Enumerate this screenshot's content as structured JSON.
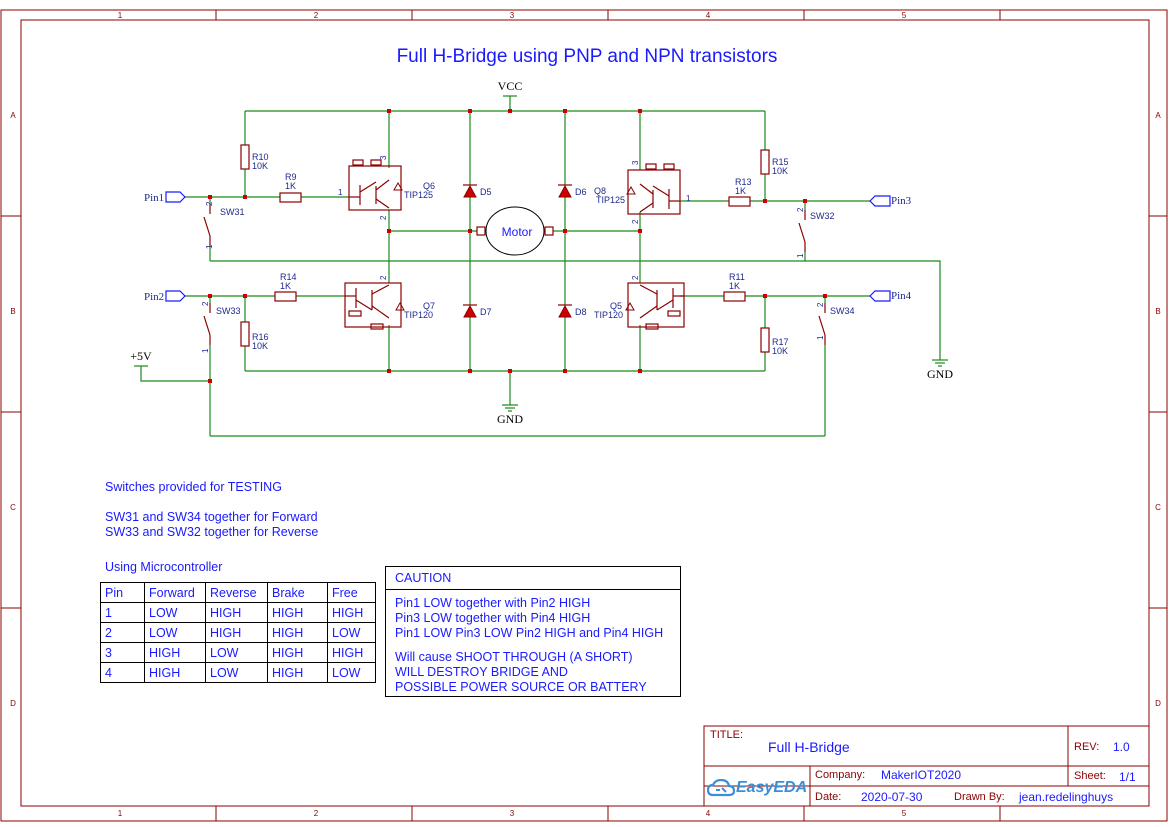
{
  "title": "Full H-Bridge using PNP and NPN transistors",
  "colors": {
    "wire": "#1a8a1a",
    "component": "#8b0000",
    "text": "#1a1aff",
    "junction": "#cc0000"
  },
  "frame": {
    "col_labels": [
      "1",
      "2",
      "3",
      "4",
      "5"
    ],
    "row_labels": [
      "A",
      "B",
      "C",
      "D"
    ]
  },
  "power": {
    "vcc": "VCC",
    "gnd": "GND",
    "plus5v": "+5V"
  },
  "ports": {
    "pin1": "Pin1",
    "pin2": "Pin2",
    "pin3": "Pin3",
    "pin4": "Pin4"
  },
  "components": {
    "r10": {
      "ref": "R10",
      "val": "10K"
    },
    "r9": {
      "ref": "R9",
      "val": "1K"
    },
    "r14": {
      "ref": "R14",
      "val": "1K"
    },
    "r16": {
      "ref": "R16",
      "val": "10K"
    },
    "r15": {
      "ref": "R15",
      "val": "10K"
    },
    "r13": {
      "ref": "R13",
      "val": "1K"
    },
    "r11": {
      "ref": "R11",
      "val": "1K"
    },
    "r17": {
      "ref": "R17",
      "val": "10K"
    },
    "q6": {
      "ref": "Q6",
      "val": "TIP125"
    },
    "q7": {
      "ref": "Q7",
      "val": "TIP120"
    },
    "q8": {
      "ref": "Q8",
      "val": "TIP125"
    },
    "q5": {
      "ref": "Q5",
      "val": "TIP120"
    },
    "d5": "D5",
    "d6": "D6",
    "d7": "D7",
    "d8": "D8",
    "sw31": "SW31",
    "sw32": "SW32",
    "sw33": "SW33",
    "sw34": "SW34",
    "motor": "Motor",
    "pin_nums": {
      "one": "1",
      "two": "2",
      "three": "3"
    }
  },
  "notes": {
    "testing": "Switches provided for TESTING",
    "forward": "SW31 and SW34 together for Forward",
    "reverse": "SW33 and SW32 together for Reverse",
    "micro": "Using Microcontroller"
  },
  "pin_table": {
    "headers": [
      "Pin",
      "Forward",
      "Reverse",
      "Brake",
      "Free"
    ],
    "rows": [
      [
        "1",
        "LOW",
        "HIGH",
        "HIGH",
        "HIGH"
      ],
      [
        "2",
        "LOW",
        "HIGH",
        "HIGH",
        "LOW"
      ],
      [
        "3",
        "HIGH",
        "LOW",
        "HIGH",
        "HIGH"
      ],
      [
        "4",
        "HIGH",
        "LOW",
        "HIGH",
        "LOW"
      ]
    ]
  },
  "caution": {
    "title": "CAUTION",
    "lines": [
      "Pin1 LOW together with Pin2 HIGH",
      "Pin3 LOW together with Pin4 HIGH",
      "Pin1 LOW Pin3 LOW Pin2 HIGH and Pin4 HIGH"
    ],
    "warning": [
      "Will cause SHOOT THROUGH (A SHORT)",
      "WILL DESTROY BRIDGE AND",
      "POSSIBLE POWER SOURCE OR BATTERY"
    ]
  },
  "title_block": {
    "title_label": "TITLE:",
    "title_value": "Full H-Bridge",
    "rev_label": "REV:",
    "rev_value": "1.0",
    "company_label": "Company:",
    "company_value": "MakerIOT2020",
    "sheet_label": "Sheet:",
    "sheet_value": "1/1",
    "date_label": "Date:",
    "date_value": "2020-07-30",
    "drawn_label": "Drawn By:",
    "drawn_value": "jean.redelinghuys",
    "logo_text": "EasyEDA"
  }
}
